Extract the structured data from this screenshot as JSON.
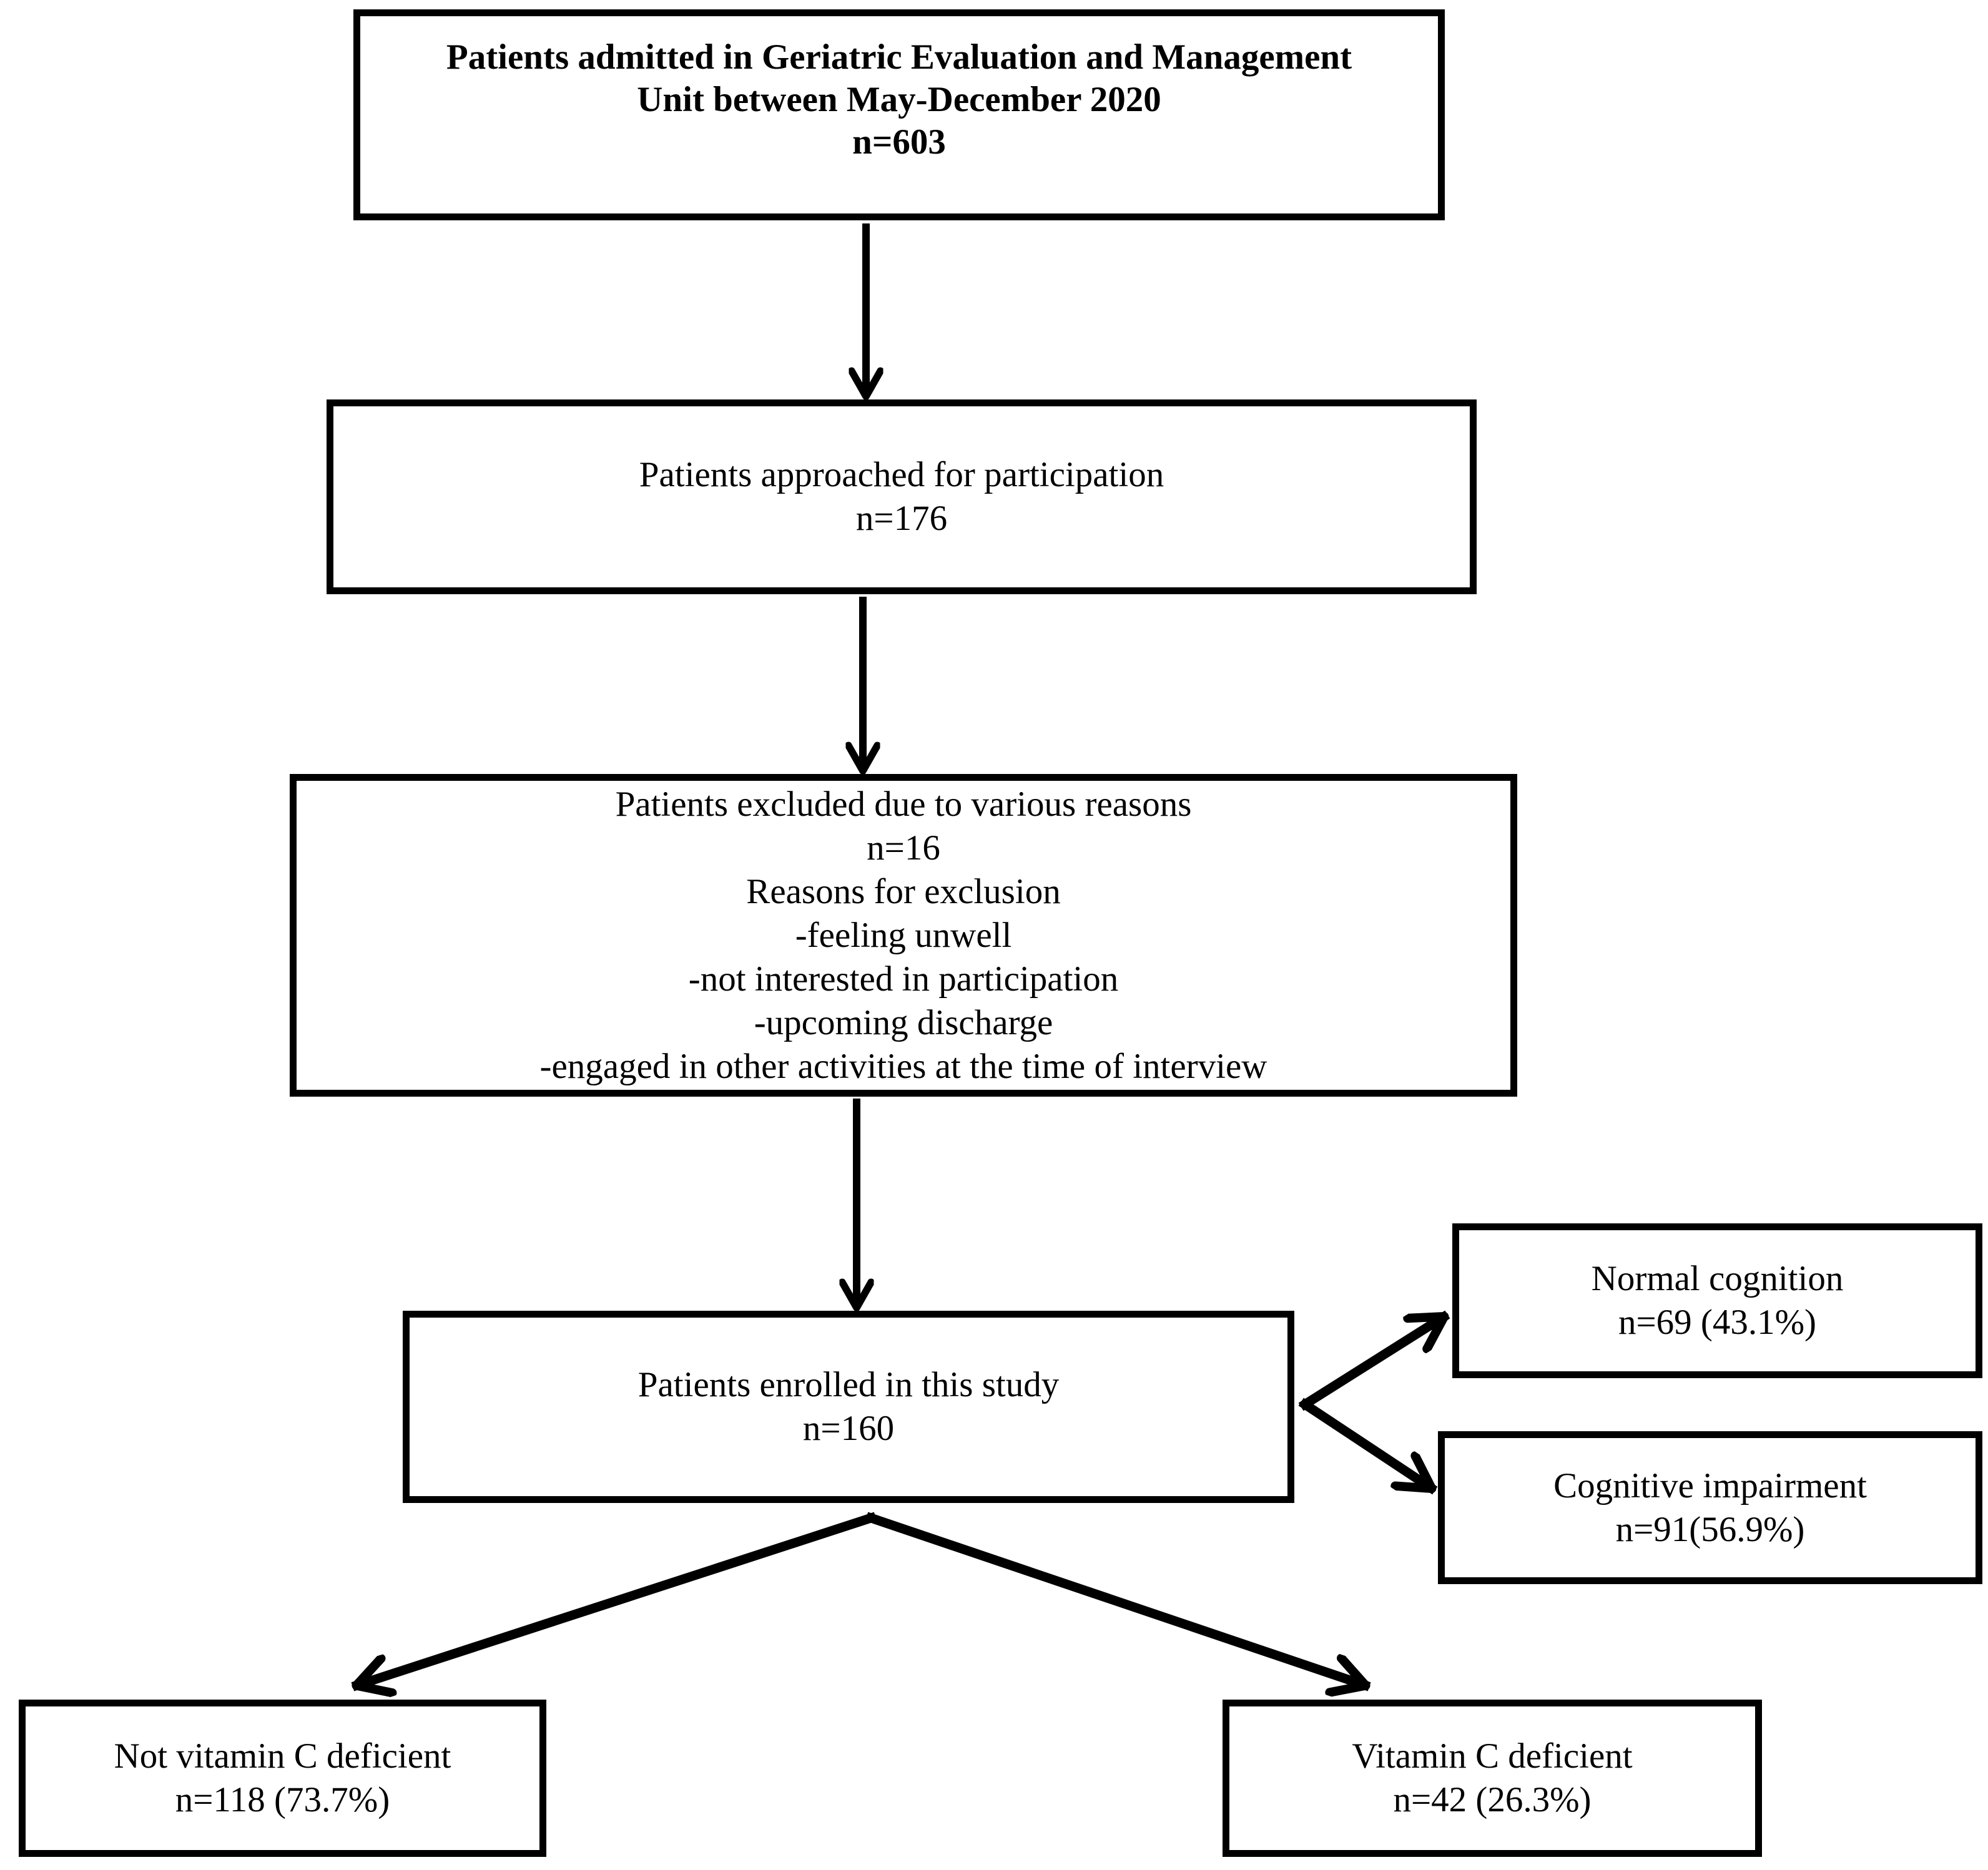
{
  "figure": {
    "type": "flowchart",
    "background_color": "#ffffff",
    "line_color": "#000000",
    "text_color": "#000000"
  },
  "boxes": [
    {
      "id": "admitted",
      "lines": [
        "Patients admitted in Geriatric Evaluation and Management",
        "Unit between May-December 2020",
        "n=603"
      ]
    },
    {
      "id": "approached",
      "lines": [
        "Patients approached for participation",
        "n=176"
      ]
    },
    {
      "id": "excluded",
      "lines": [
        "Patients excluded due to various reasons",
        "n=16",
        "Reasons for exclusion",
        "-feeling unwell",
        "-not interested in participation",
        "-upcoming discharge",
        "-engaged in other activities at the time of interview"
      ]
    },
    {
      "id": "enrolled",
      "lines": [
        "Patients enrolled in this study",
        "n=160"
      ]
    },
    {
      "id": "normal-cognition",
      "lines": [
        "Normal cognition",
        "n=69 (43.1%)"
      ]
    },
    {
      "id": "cognitive-impairment",
      "lines": [
        "Cognitive impairment",
        "n=91(56.9%)"
      ]
    },
    {
      "id": "not-vitamin-c-deficient",
      "lines": [
        "Not vitamin C deficient",
        "n=118 (73.7%)"
      ]
    },
    {
      "id": "vitamin-c-deficient",
      "lines": [
        "Vitamin C deficient",
        "n=42 (26.3%)"
      ]
    }
  ],
  "arrows": [
    {
      "from": "admitted",
      "to": "approached"
    },
    {
      "from": "approached",
      "to": "excluded"
    },
    {
      "from": "excluded",
      "to": "enrolled"
    },
    {
      "from": "enrolled",
      "to": "normal-cognition"
    },
    {
      "from": "enrolled",
      "to": "cognitive-impairment"
    },
    {
      "from": "enrolled",
      "to": "not-vitamin-c-deficient"
    },
    {
      "from": "enrolled",
      "to": "vitamin-c-deficient"
    }
  ]
}
